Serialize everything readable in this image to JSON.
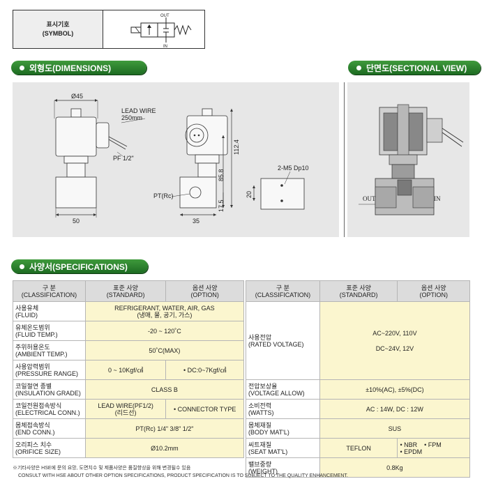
{
  "symbol": {
    "label_ko": "표시기호",
    "label_en": "(SYMBOL)",
    "out": "OUT",
    "in": "IN"
  },
  "dimensions": {
    "title": "외형도(DIMENSIONS)",
    "phi45": "Ø45",
    "lead_wire": "LEAD WIRE",
    "lead_len": "250mm",
    "pf": "PF 1/2\"",
    "w50": "50",
    "pt": "PT(Rc)",
    "w35": "35",
    "h112": "112.4",
    "h85": "85.8",
    "h17": "17.5",
    "m5": "2-M5 Dp10",
    "h20": "20"
  },
  "sectional": {
    "title": "단면도(SECTIONAL VIEW)",
    "out": "OUT",
    "in": "IN"
  },
  "specs": {
    "title": "사양서(SPECIFICATIONS)",
    "headers": {
      "class_ko": "구 분",
      "class_en": "(CLASSIFICATION)",
      "std_ko": "표준 사양",
      "std_en": "(STANDARD)",
      "opt_ko": "옵션 사양",
      "opt_en": "(OPTION)"
    },
    "left": {
      "fluid_ko": "사용유체",
      "fluid_en": "(FLUID)",
      "fluid_val1": "REFRIGERANT, WATER, AIR, GAS",
      "fluid_val2": "(냉매, 물, 공기, 가스)",
      "ftemp_ko": "유체온도범위",
      "ftemp_en": "(FLUID TEMP.)",
      "ftemp_val": "-20 ~ 120˚C",
      "atemp_ko": "주위허용온도",
      "atemp_en": "(AMBIENT TEMP.)",
      "atemp_val": "50˚C(MAX)",
      "press_ko": "사용압력범위",
      "press_en": "(PRESSURE RANGE)",
      "press_std": "0 ~ 10Kgf/㎠",
      "press_opt": "• DC:0~7Kgf/㎠",
      "ins_ko": "코일절연 종별",
      "ins_en": "(INSULATION GRADE)",
      "ins_val": "CLASS B",
      "elec_ko": "코일전원접속방식",
      "elec_en": "(ELECTRICAL CONN.)",
      "elec_std1": "LEAD WIRE(PF1/2)",
      "elec_std2": "(리드선)",
      "elec_opt": "• CONNECTOR TYPE",
      "end_ko": "몸체접속방식",
      "end_en": "(END CONN.)",
      "end_val": "PT(Rc) 1/4\" 3/8\" 1/2\"",
      "orif_ko": "오리피스 치수",
      "orif_en": "(ORIFICE SIZE)",
      "orif_val": "Ø10.2mm"
    },
    "right": {
      "volt_ko": "사용전압",
      "volt_en": "(RATED VOLTAGE)",
      "volt_val1": "AC~220V, 110V",
      "volt_val2": "DC~24V, 12V",
      "vallow_ko": "전압보상율",
      "vallow_en": "(VOLTAGE ALLOW)",
      "vallow_val": "±10%(AC), ±5%(DC)",
      "watt_ko": "소비전력",
      "watt_en": "(WATTS)",
      "watt_val": "AC : 14W, DC : 12W",
      "body_ko": "몸체재질",
      "body_en": "(BODY MAT'L)",
      "body_val": "SUS",
      "seat_ko": "씨트재질",
      "seat_en": "(SEAT MAT'L)",
      "seat_std": "TEFLON",
      "seat_opt1": "• NBR",
      "seat_opt2": "• FPM",
      "seat_opt3": "• EPDM",
      "weight_ko": "밸브중량",
      "weight_en": "(WEIGHT)",
      "weight_val": "0.8Kg"
    },
    "footnote1": "※기타사양은 HSE에 문의 요망, 도면치수 및 제품사양은 품질향상을 위해 변경될수 있음",
    "footnote2": "CONSULT WITH HSE ABOUT OTHER OPTION SPECIFICATIONS, PRODUCT SPECIFICATION IS TO SUBJECT TO THE QUALITY ENHANCEMENT."
  },
  "colors": {
    "accent": "#2e8b35",
    "panel": "#e7e7e7",
    "value_bg": "#fbf6cf",
    "header_bg": "#dcdcdc"
  }
}
